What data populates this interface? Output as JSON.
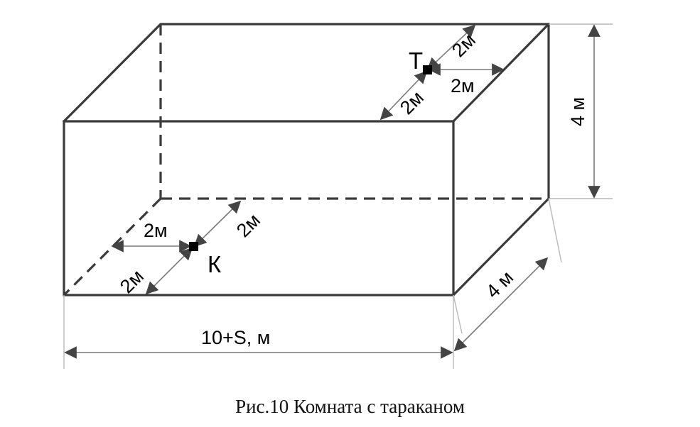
{
  "figure": {
    "labels": {
      "point_t": "Т",
      "point_k": "К",
      "t_offset_1": "2м",
      "t_offset_2": "2м",
      "t_offset_3": "2м",
      "k_offset_1": "2м",
      "k_offset_2": "2м",
      "k_offset_3": "2м",
      "height": "4 м",
      "depth": "4 м",
      "length": "10+S, м"
    },
    "caption": "Рис.10 Комната с тараканом"
  }
}
